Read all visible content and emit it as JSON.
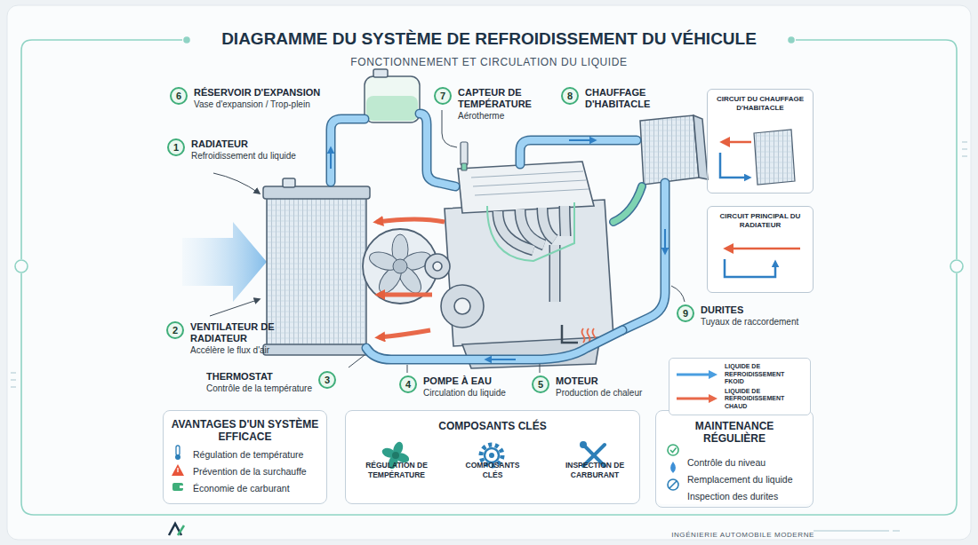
{
  "diagram": {
    "title": "DIAGRAMME DU SYSTÈME DE REFROIDISSEMENT DU VÉHICULE",
    "nodes": [
      {
        "text": [
          "6",
          "RÉSERVOIR D'EXPANSION",
          "Vase d'expansion / Trop-plein"
        ]
      },
      {
        "text": [
          "7",
          "CAPTEUR DE TEMPÉRATURE",
          "Aérotherme"
        ]
      },
      {
        "text": [
          "8",
          "CHAUFFAGE D'HABITACLE"
        ]
      },
      {
        "text": [
          "1",
          "RADIATEUR",
          "Refroidissement du liquide"
        ]
      },
      {
        "text": [
          "CIRCUIT DU CHAUFFAGE D'HABITACLE"
        ]
      },
      {
        "text": [
          "CIRCUIT PRINCIPAL DU RADIATEUR"
        ]
      },
      {
        "text": [
          "9",
          "DURITES",
          "Tuyaux de raccordement"
        ]
      },
      {
        "text": [
          "2",
          "VENTILATEUR DE RADIATEUR",
          "Accélère le flux d'air"
        ]
      },
      {
        "text": [
          "3",
          "THERMOSTAT",
          "Contrôle de la température"
        ]
      },
      {
        "text": [
          "4",
          "POMPE À EAU",
          "Circulation du liquide"
        ]
      },
      {
        "text": [
          "5",
          "MOTEUR",
          "Production de chaleur"
        ]
      },
      {
        "text": [
          "AVANTAGES D'UN SYSTÈME EFFICACE",
          "Régulation de température",
          "Prévention de la surchauffe",
          "Économie de carburant"
        ]
      },
      {
        "text": [
          "COMPOSANTS CLÉS",
          "RÉGULATION DE TEMPÉRATURE",
          "COMPOSANTS CLÉS",
          "INSPECTION DE CARBURANT"
        ]
      },
      {
        "text": [
          "MAINTENANCE RÉGULIÈRE",
          "Contrôle du niveau",
          "Remplacement du liquide",
          "Inspection des durites"
        ]
      }
    ],
    "labels": [
      "FONCTIONNEMENT ET CIRCULATION DU LIQUIDE",
      "INGÉNIERIE AUTOMOBILE MODERNE"
    ],
    "legend": [
      {
        "text": "LIQUIDE DE REFROIDISSEMENT FKOID",
        "color": "#4a9ee0"
      },
      {
        "text": "LIQUIDE DE REFROIDISSEMENT CHAUD",
        "color": "#e8694a"
      }
    ]
  }
}
